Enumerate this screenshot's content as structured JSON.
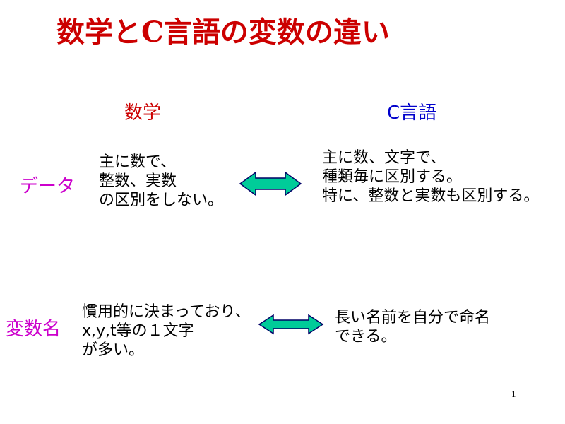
{
  "title": "数学とC言語の変数の違い",
  "colors": {
    "title": "#cc0000",
    "math_header": "#cc0000",
    "c_header": "#0000cc",
    "row_label": "#cc00cc",
    "arrow_fill": "#00cc99",
    "arrow_stroke": "#000066"
  },
  "columns": {
    "math": "数学",
    "c": "C言語"
  },
  "rows": [
    {
      "label": "データ",
      "math": [
        "主に数で、",
        "整数、実数",
        "の区別をしない。"
      ],
      "c": [
        "主に数、文字で、",
        "種類毎に区別する。",
        "特に、整数と実数も区別する。"
      ]
    },
    {
      "label": "変数名",
      "math": [
        "慣用的に決まっており、",
        "x,y,t等の１文字",
        "が多い。"
      ],
      "c": [
        "長い名前を自分で命名",
        "できる。"
      ]
    }
  ],
  "page_number": "1",
  "icons": {
    "compare_arrow": "double-arrow-icon"
  }
}
